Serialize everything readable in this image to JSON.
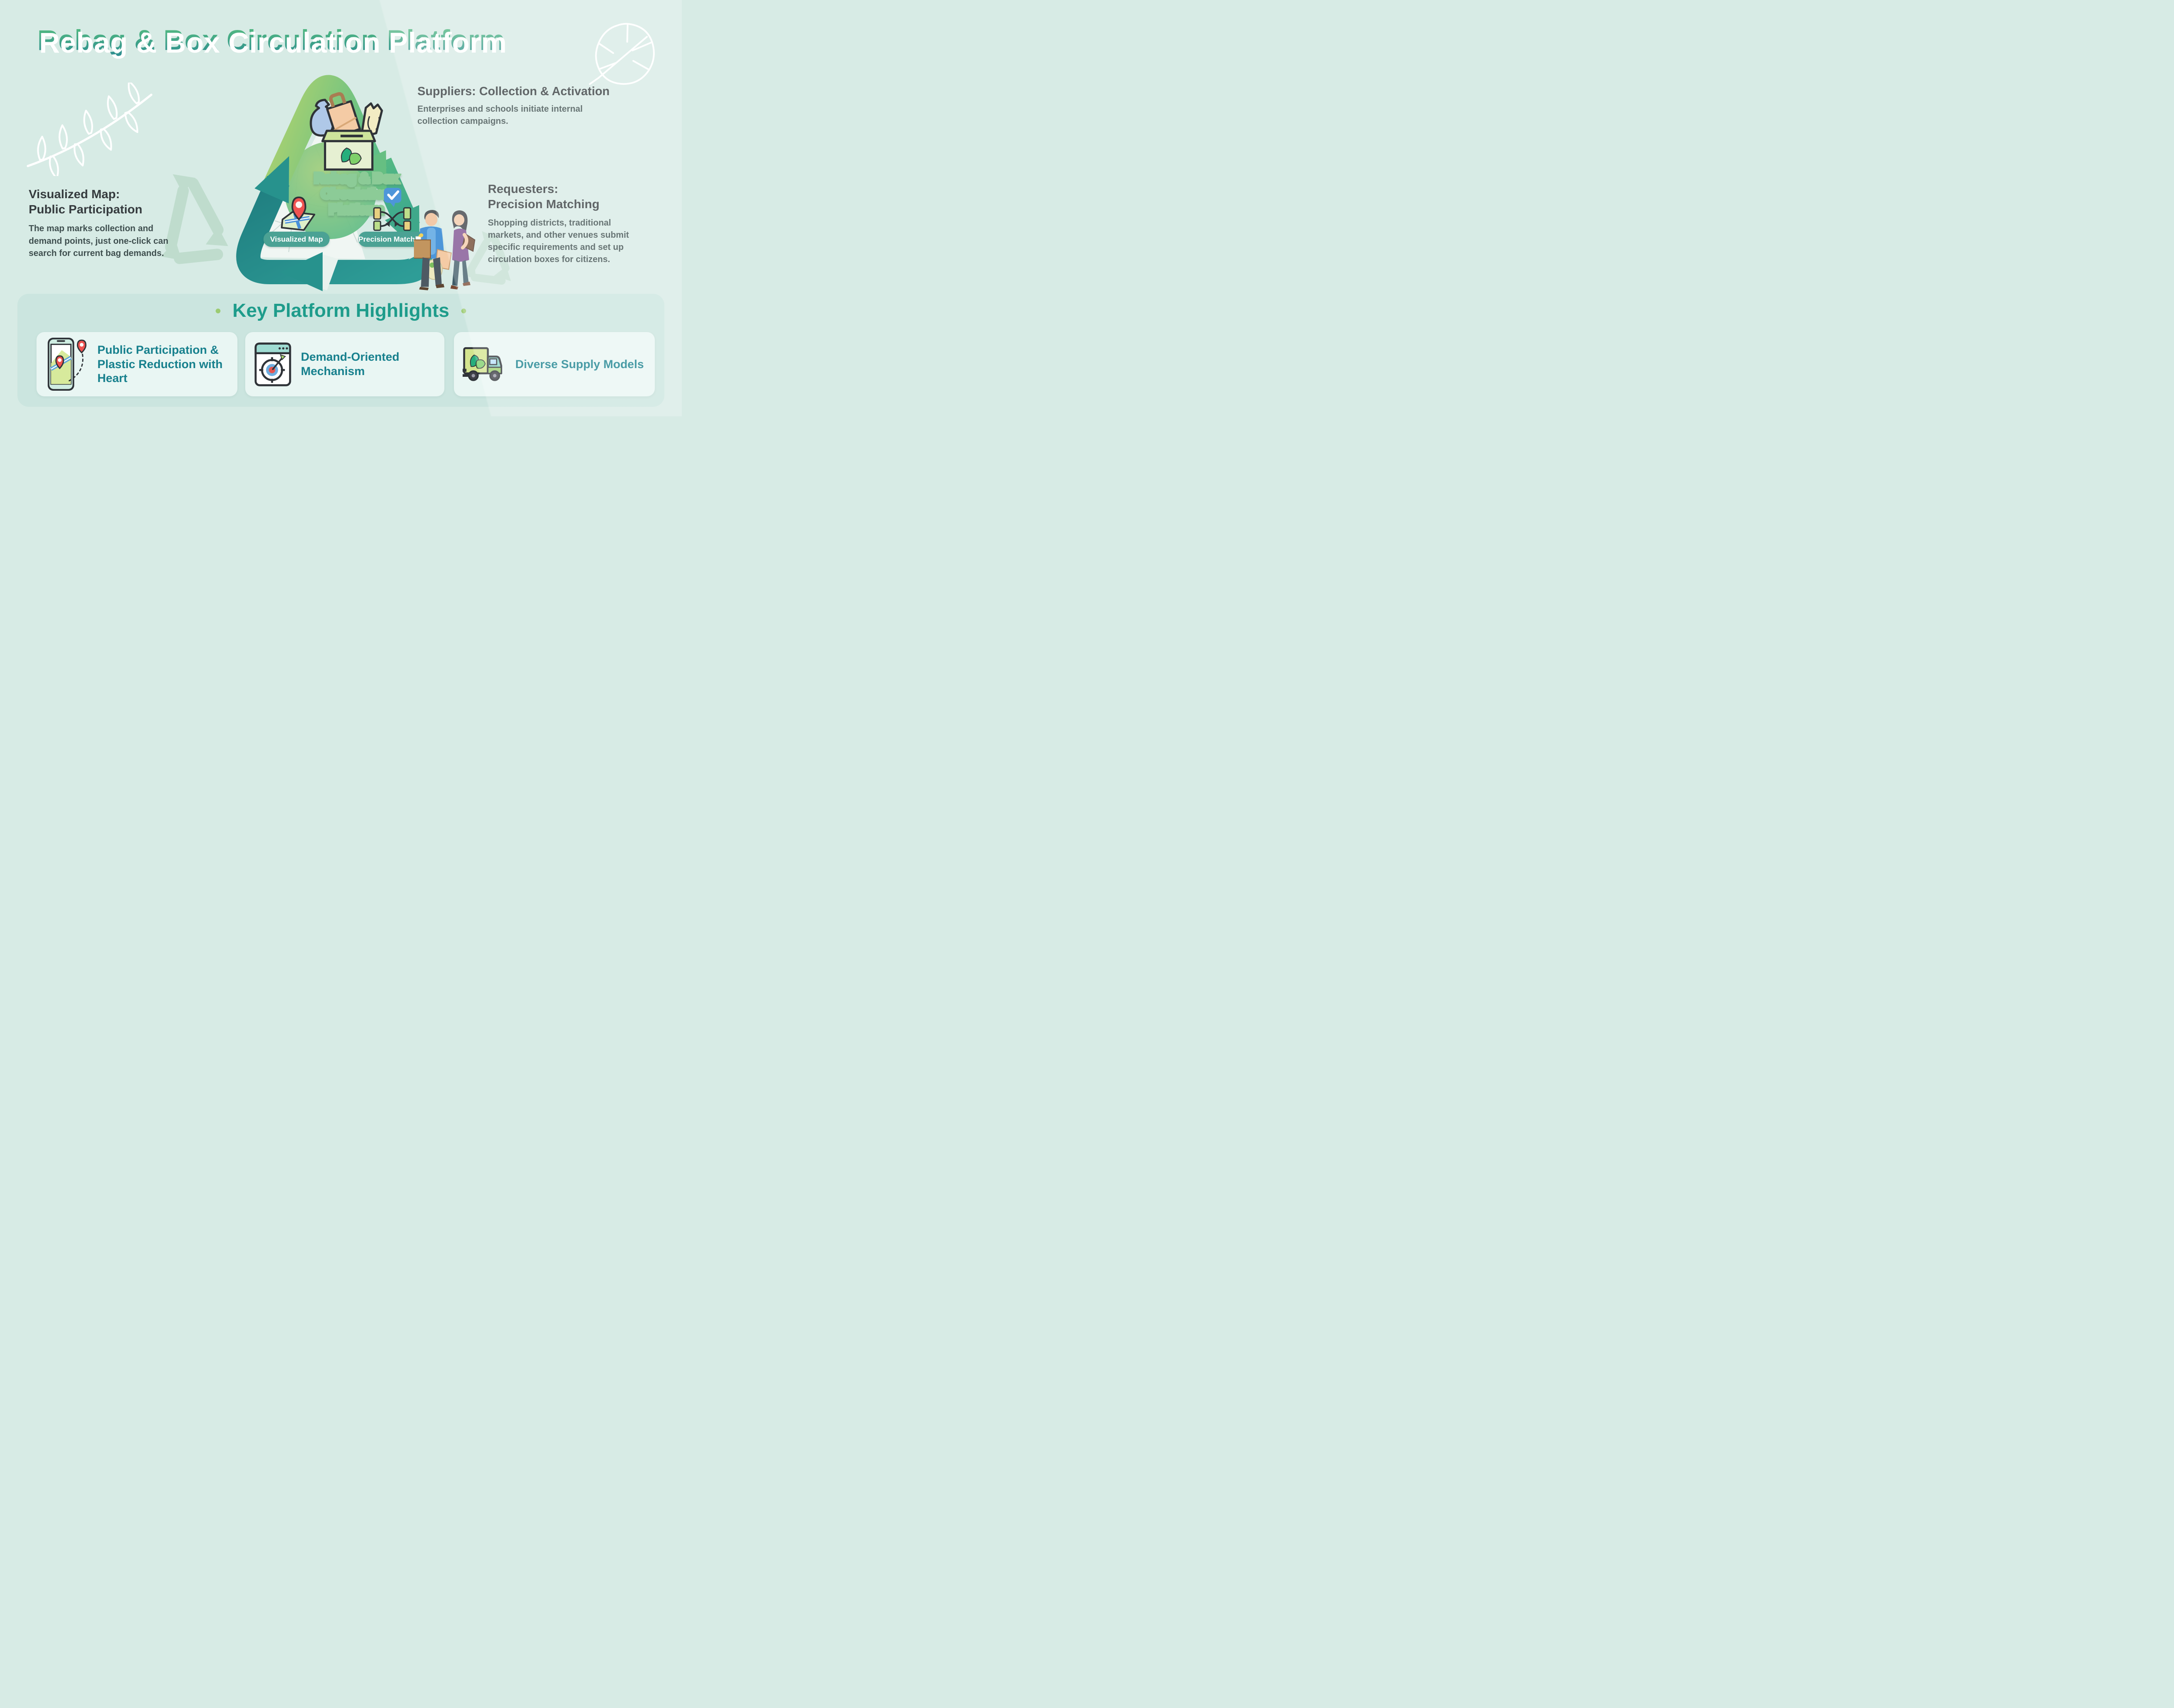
{
  "title": "Rebag & Box Circulation Platform",
  "diagram": {
    "center_label": "Rebag & Box Circulation Platform",
    "pills": [
      {
        "label": "Visualized Map"
      },
      {
        "label": "Precision Matching"
      }
    ],
    "icons": [
      "trash-bag-icon",
      "paper-bag-icon",
      "plastic-bag-icon",
      "collection-box-icon",
      "map-pin-icon",
      "check-bubble-icon",
      "matching-flow-icon",
      "shoppers-illustration",
      "recycle-triangle-arrows"
    ]
  },
  "callouts": {
    "suppliers": {
      "heading": "Suppliers: Collection & Activation",
      "body": "Enterprises and schools initiate internal collection campaigns."
    },
    "visualized_map": {
      "heading": "Visualized Map:\nPublic Participation",
      "body": "The map marks collection and demand points, just one-click can search for current bag demands."
    },
    "requesters": {
      "heading": "Requesters:\nPrecision Matching",
      "body": "Shopping districts, traditional markets, and other venues submit specific requirements and set up circulation boxes for citizens."
    }
  },
  "highlights": {
    "heading": "Key Platform Highlights",
    "cards": [
      {
        "label": "Public Participation & Plastic Reduction with Heart",
        "icon": "phone-map-icon"
      },
      {
        "label": "Demand-Oriented Mechanism",
        "icon": "browser-target-icon"
      },
      {
        "label": "Diverse Supply Models",
        "icon": "delivery-truck-icon"
      }
    ]
  },
  "colors": {
    "background": "#D7EBE5",
    "panel": "#CBE5DF",
    "card": "#E9F6F3",
    "title_gradient_top": "#55BC80",
    "title_gradient_bottom": "#2E8F90",
    "heading_text": "#353B3E",
    "body_text": "#3F4F4F",
    "highlights_heading": "#1E9C8B",
    "card_text": "#17808D",
    "pill_background": "#4BA294",
    "dot_green": "#9CCB72",
    "arrow_light_green": "#8CC873",
    "arrow_green": "#47AE88",
    "arrow_teal": "#27928D"
  }
}
